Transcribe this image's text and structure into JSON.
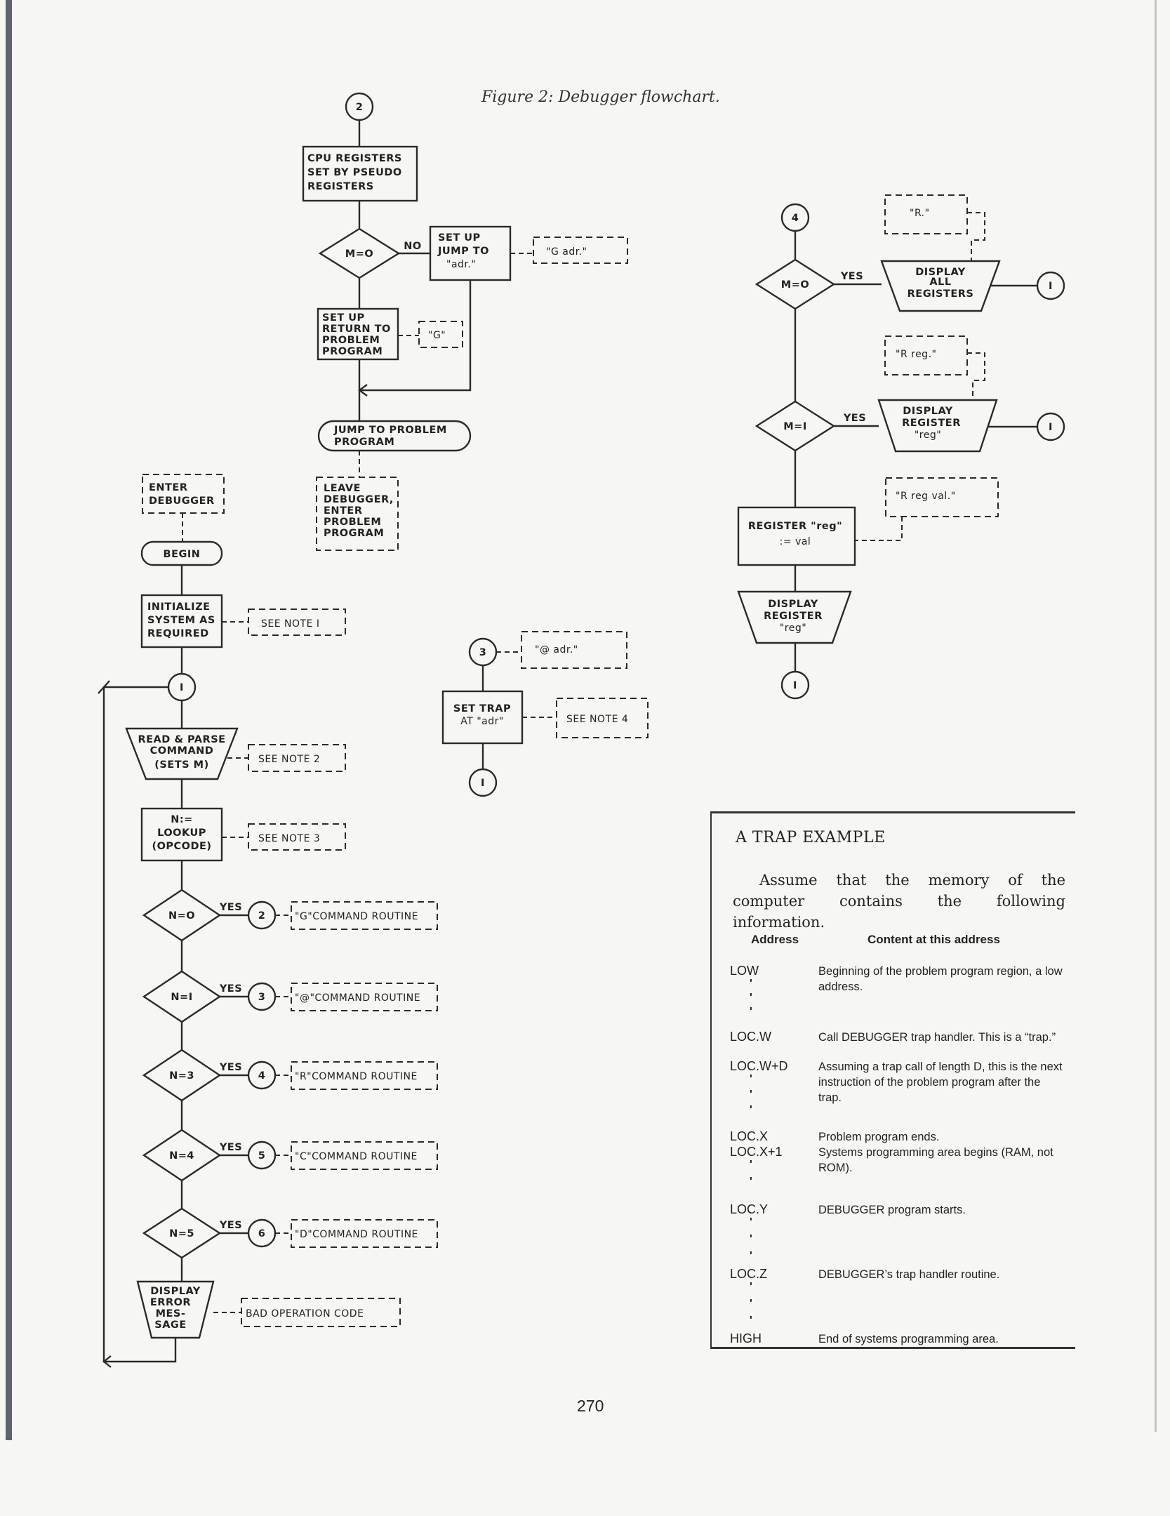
{
  "page": {
    "caption": "Figure 2: Debugger flowchart.",
    "page_number": "270"
  },
  "flowchart": {
    "connector_2_top": "2",
    "cpu_registers_box": [
      "CPU REGISTERS",
      "SET BY PSEUDO",
      "REGISTERS"
    ],
    "decision_m0_left": "M=O",
    "no_label": "NO",
    "setup_jump_box": [
      "SET UP",
      "JUMP TO",
      "\"adr.\""
    ],
    "g_adr_note": "\"G adr.\"",
    "setup_return_box": [
      "SET UP",
      "RETURN TO",
      "PROBLEM",
      "PROGRAM"
    ],
    "g_note": "\"G\"",
    "jump_terminal": [
      "JUMP TO PROBLEM",
      "PROGRAM"
    ],
    "leave_debugger_note": [
      "LEAVE",
      "DEBUGGER,",
      "ENTER",
      "PROBLEM",
      "PROGRAM"
    ],
    "enter_debugger_note": [
      "ENTER",
      "DEBUGGER"
    ],
    "begin_terminal": "BEGIN",
    "initialize_box": [
      "INITIALIZE",
      "SYSTEM AS",
      "REQUIRED"
    ],
    "see_note_1": "SEE NOTE I",
    "connector_1_main": "I",
    "read_parse_box": [
      "READ & PARSE",
      "COMMAND",
      "(SETS M)"
    ],
    "see_note_2": "SEE NOTE 2",
    "lookup_box": [
      "N:=",
      "LOOKUP",
      "(OPCODE)"
    ],
    "see_note_3": "SEE NOTE 3",
    "yes_label": "YES",
    "decisions": [
      {
        "cond": "N=O",
        "connector": "2",
        "routine": "\"G\"COMMAND ROUTINE"
      },
      {
        "cond": "N=I",
        "connector": "3",
        "routine": "\"@\"COMMAND ROUTINE"
      },
      {
        "cond": "N=3",
        "connector": "4",
        "routine": "\"R\"COMMAND ROUTINE"
      },
      {
        "cond": "N=4",
        "connector": "5",
        "routine": "\"C\"COMMAND ROUTINE"
      },
      {
        "cond": "N=5",
        "connector": "6",
        "routine": "\"D\"COMMAND ROUTINE"
      }
    ],
    "display_error_box": [
      "DISPLAY",
      "ERROR",
      "MES-",
      "SAGE"
    ],
    "bad_opcode_note": "BAD OPERATION CODE",
    "connector_3": "3",
    "at_adr_note": "\"@ adr.\"",
    "set_trap_box": [
      "SET TRAP",
      "AT \"adr\""
    ],
    "see_note_4": "SEE NOTE 4",
    "connector_1_trap": "I",
    "connector_4": "4",
    "r_note": "\"R.\"",
    "decision_m0_right": "M=O",
    "display_all_box": [
      "DISPLAY",
      "ALL",
      "REGISTERS"
    ],
    "connector_1_all": "I",
    "r_reg_note": "\"R reg.\"",
    "decision_m1_right": "M=I",
    "display_register_box": [
      "DISPLAY",
      "REGISTER",
      "\"reg\""
    ],
    "connector_1_reg": "I",
    "r_reg_val_note": "\"R reg val.\"",
    "register_assign_box": [
      "REGISTER \"reg\"",
      ":= val"
    ],
    "display_register_box_2": [
      "DISPLAY",
      "REGISTER",
      "\"reg\""
    ],
    "connector_1_bottom": "I"
  },
  "trap_example": {
    "title": "A TRAP EXAMPLE",
    "intro": "Assume that the memory of the computer contains the following information.",
    "col_address": "Address",
    "col_content": "Content at this address",
    "rows": [
      {
        "address": "LOW",
        "content": "Beginning of the problem program region, a low address."
      },
      {
        "address": "LOC.W",
        "content": "Call DEBUGGER trap handler. This is a “trap.”"
      },
      {
        "address": "LOC.W+D",
        "content": "Assuming a trap call of length D, this is the next instruction of the problem program after the trap."
      },
      {
        "address": "LOC.X",
        "content": "Problem program ends."
      },
      {
        "address": "LOC.X+1",
        "content": "Systems programming area begins (RAM, not ROM)."
      },
      {
        "address": "LOC.Y",
        "content": "DEBUGGER program starts."
      },
      {
        "address": "LOC.Z",
        "content": "DEBUGGER’s trap handler routine."
      },
      {
        "address": "HIGH",
        "content": "End of systems programming area."
      }
    ]
  }
}
